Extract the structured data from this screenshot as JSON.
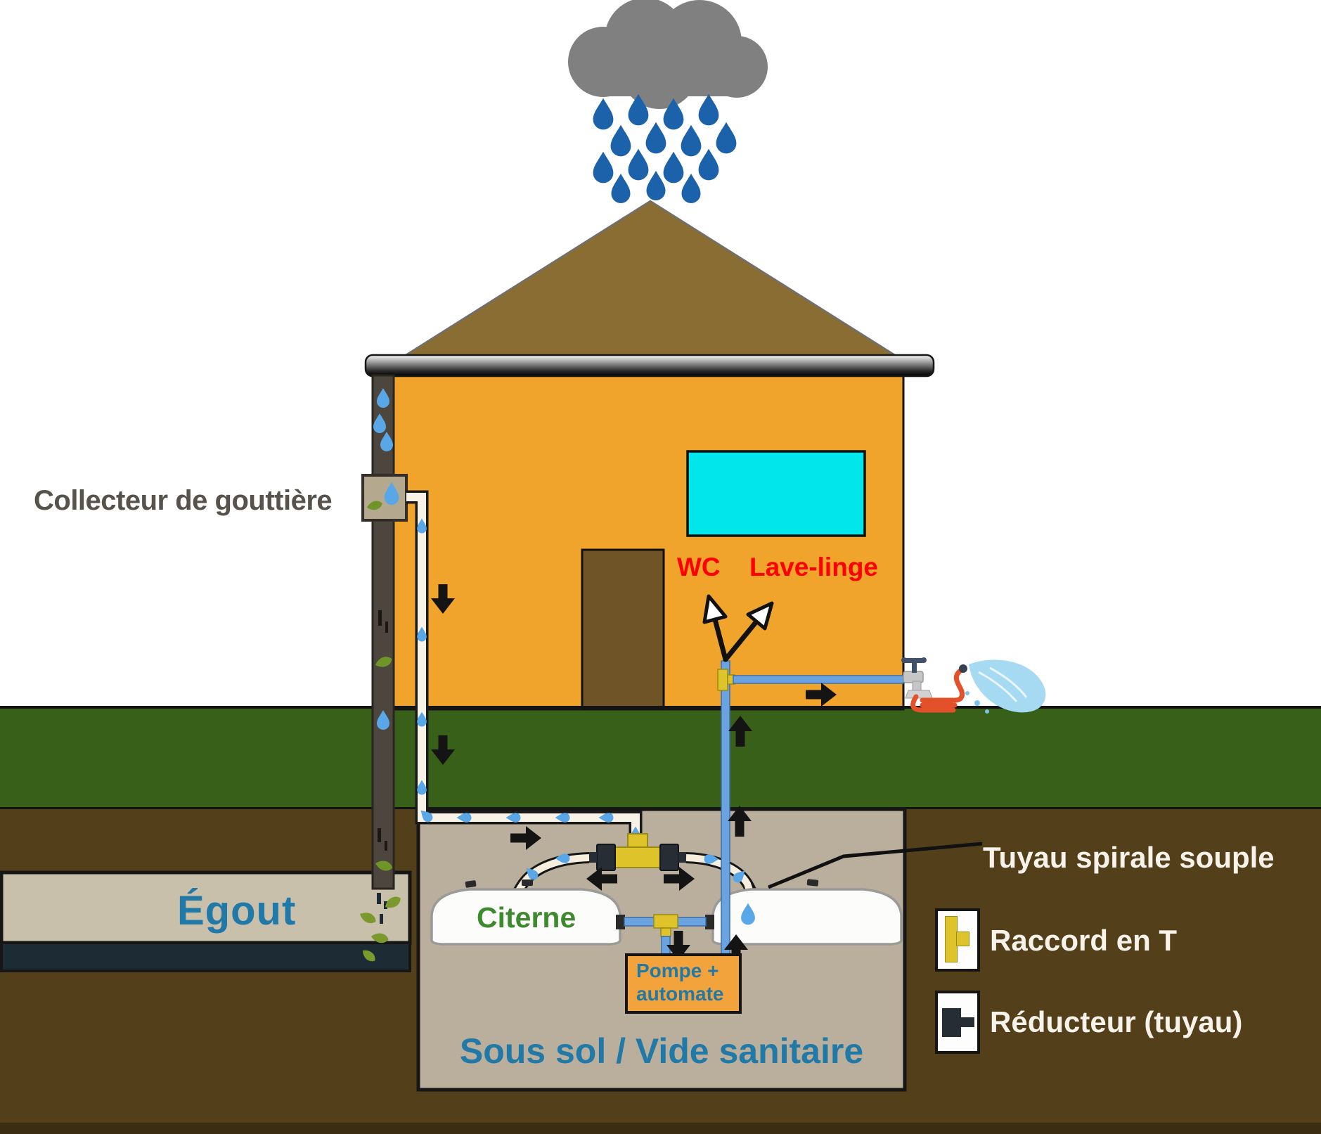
{
  "labels": {
    "gutter_collector": "Collecteur de gouttière",
    "wc": "WC",
    "washing_machine": "Lave-linge",
    "sewer": "Égout",
    "cistern": "Citerne",
    "pump_line1": "Pompe +",
    "pump_line2": "automate",
    "basement": "Sous sol / Vide sanitaire",
    "legend": {
      "spiral_hose": "Tuyau spirale souple",
      "tee_fitting": "Raccord en T",
      "reducer": "Réducteur (tuyau)"
    }
  },
  "colors": {
    "sky": "#ffffff",
    "cloud_gray": "#808080",
    "rain_blue": "#1b62ab",
    "roof_brown": "#8a6d33",
    "wall_orange": "#f0a42c",
    "window_cyan": "#00e6ea",
    "door_brown": "#6e5426",
    "downspout_gray": "#4c463e",
    "collector_tan": "#b4a98f",
    "grass_green": "#386018",
    "soil_brown": "#53401a",
    "sewer_band_tan": "#c9c0ac",
    "sewer_pipe_navy": "#1d2b35",
    "basement_tan": "#b9af9c",
    "pipe_white": "#f8f3e6",
    "pipe_blue": "#6aa3df",
    "fitting_yellow": "#dfc32a",
    "reducer_dark": "#262d35",
    "cistern_white": "#fcfcfb",
    "pump_orange": "#f2a33c",
    "hose_orange": "#e2512a",
    "spray_blue": "#a6d9f2",
    "text_blue": "#2179a8",
    "text_green": "#3e8a2e",
    "text_red": "#ff0000",
    "text_gray": "#57524c",
    "legend_text_white": "#f7f3ea"
  }
}
